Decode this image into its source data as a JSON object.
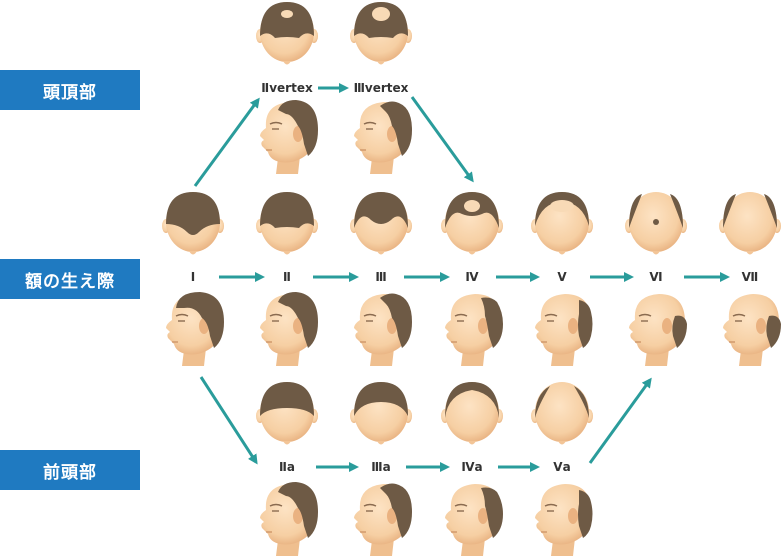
{
  "bands": {
    "vertex": "頭頂部",
    "hairline": "額の生え際",
    "frontal": "前頭部"
  },
  "stages": {
    "vertex": [
      "Ⅱvertex",
      "Ⅲvertex"
    ],
    "main": [
      "Ⅰ",
      "Ⅱ",
      "Ⅲ",
      "Ⅳ",
      "Ⅴ",
      "Ⅵ",
      "Ⅶ"
    ],
    "frontal": [
      "Ⅱa",
      "Ⅲa",
      "Ⅳa",
      "Ⅴa"
    ]
  },
  "colors": {
    "band": "#1f7ac1",
    "arrow": "#2a9c9b",
    "hair": "#6e5a45",
    "skin": "#f6cfa3",
    "skin_shade": "#e9b27f"
  }
}
